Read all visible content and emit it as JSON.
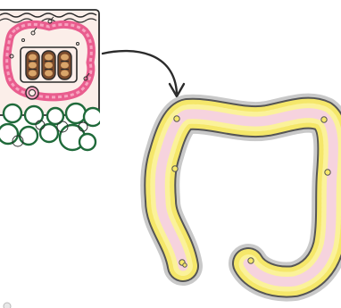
{
  "figure": {
    "panels": [
      {
        "name": "tissue-cross-section",
        "icon": "intestinal-wall-section-icon"
      },
      {
        "name": "colon-illustration",
        "icon": "large-intestine-icon"
      }
    ],
    "connector": {
      "icon": "curved-arrow-icon",
      "direction": "tissue-to-colon"
    }
  },
  "colors": {
    "background": "#ffffff",
    "outline": "#2b2b2b",
    "tissue_fill": "#fbeee9",
    "mucosa_pink": "#e95d8e",
    "mucosa_light": "#f7a3c0",
    "villus_brown": "#7a4a2c",
    "villus_tan": "#d9a56a",
    "bubble_green": "#1f6a3a",
    "colon_halo": "#c9c9c9",
    "colon_yellow": "#f5e76a",
    "colon_inner_yellow": "#fbf29a",
    "colon_pink": "#f6d3de"
  }
}
